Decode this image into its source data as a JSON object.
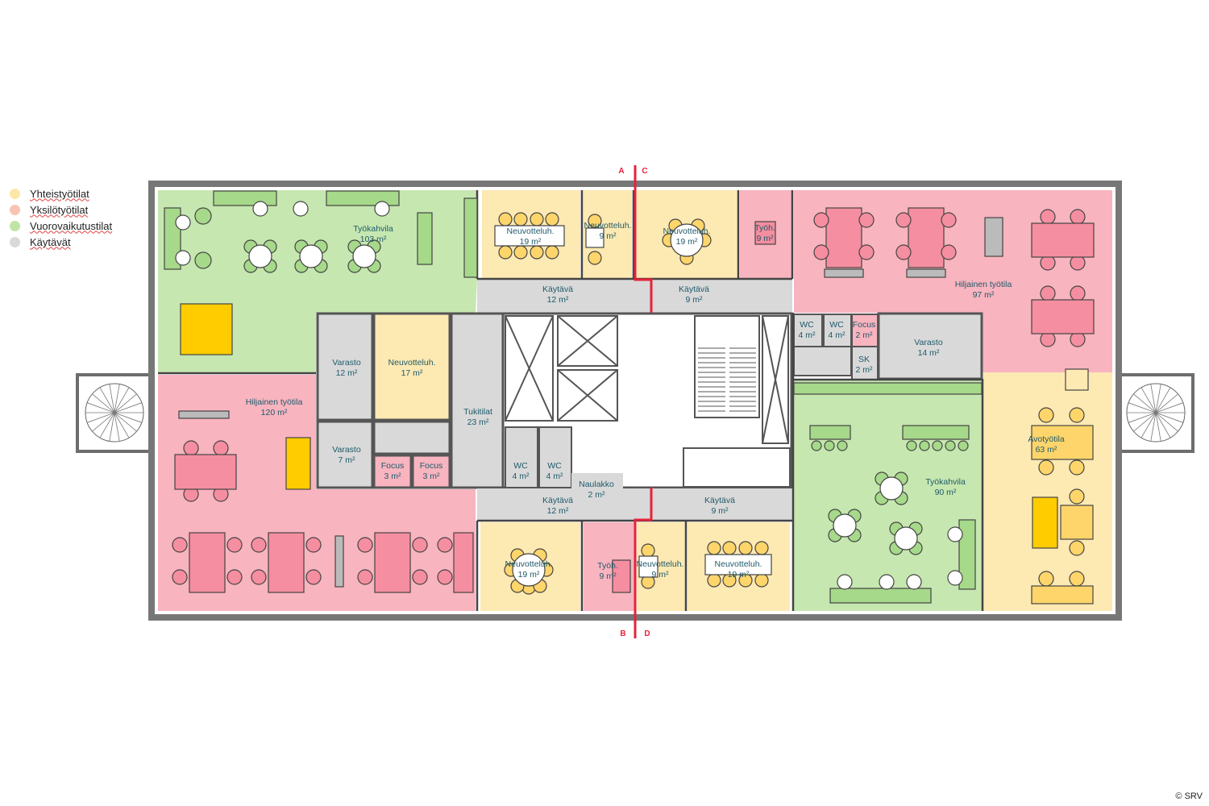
{
  "legend": [
    {
      "label": "Yhteistyötilat",
      "color": "#fde7a6"
    },
    {
      "label": "Yksilötyötilat",
      "color": "#f9c3b4"
    },
    {
      "label": "Vuorovaikutustilat",
      "color": "#bfe4a6"
    },
    {
      "label": "Käytävät",
      "color": "#d9d9d9"
    }
  ],
  "colors": {
    "collab": "#fde9b2",
    "individual": "#f8b4bf",
    "interaction": "#c6e7b0",
    "corridor": "#d9d9d9",
    "storage_box": "#ffcc00",
    "wall": "#7a7a7a",
    "section_line": "#e8213a"
  },
  "rooms": {
    "tyokahvila_nw": {
      "name": "Työkahvila",
      "area": "103 m²"
    },
    "neuv_n1": {
      "name": "Neuvotteluh.",
      "area": "19 m²"
    },
    "neuv_n2": {
      "name": "Neuvotteluh.",
      "area": "9 m²"
    },
    "neuv_n3": {
      "name": "Neuvotteluh.",
      "area": "19 m²"
    },
    "tyoh_n": {
      "name": "Työh.",
      "area": "9 m²"
    },
    "hiljainen_ne": {
      "name": "Hiljainen työtila",
      "area": "97 m²"
    },
    "kaytava_n1": {
      "name": "Käytävä",
      "area": "12 m²"
    },
    "kaytava_n2": {
      "name": "Käytävä",
      "area": "9 m²"
    },
    "varasto_12": {
      "name": "Varasto",
      "area": "12 m²"
    },
    "neuv_17": {
      "name": "Neuvotteluh.",
      "area": "17 m²"
    },
    "tukitilat": {
      "name": "Tukitilat",
      "area": "23 m²"
    },
    "varasto_7": {
      "name": "Varasto",
      "area": "7 m²"
    },
    "focus_1": {
      "name": "Focus",
      "area": "3 m²"
    },
    "focus_2": {
      "name": "Focus",
      "area": "3 m²"
    },
    "wc_e1": {
      "name": "WC",
      "area": "4 m²"
    },
    "wc_e2": {
      "name": "WC",
      "area": "4 m²"
    },
    "focus_e": {
      "name": "Focus",
      "area": "2 m²"
    },
    "sk": {
      "name": "SK",
      "area": "2 m²"
    },
    "varasto_14": {
      "name": "Varasto",
      "area": "14 m²"
    },
    "hiljainen_sw": {
      "name": "Hiljainen työtila",
      "area": "120 m²"
    },
    "wc_w1": {
      "name": "WC",
      "area": "4 m²"
    },
    "wc_w2": {
      "name": "WC",
      "area": "4 m²"
    },
    "naulakko": {
      "name": "Naulakko",
      "area": "2 m²"
    },
    "kaytava_s1": {
      "name": "Käytävä",
      "area": "12 m²"
    },
    "kaytava_s2": {
      "name": "Käytävä",
      "area": "9 m²"
    },
    "neuv_s1": {
      "name": "Neuvotteluh.",
      "area": "19 m²"
    },
    "tyoh_s": {
      "name": "Työh.",
      "area": "9 m²"
    },
    "neuv_s2": {
      "name": "Neuvotteluh.",
      "area": "9 m²"
    },
    "neuv_s3": {
      "name": "Neuvotteluh.",
      "area": "19 m²"
    },
    "tyokahvila_se": {
      "name": "Työkahvila",
      "area": "90 m²"
    },
    "avotyotila": {
      "name": "Avotyötila",
      "area": "63 m²"
    }
  },
  "section_labels": {
    "a": "A",
    "b": "B",
    "c": "C",
    "d": "D"
  },
  "copyright": "© SRV"
}
